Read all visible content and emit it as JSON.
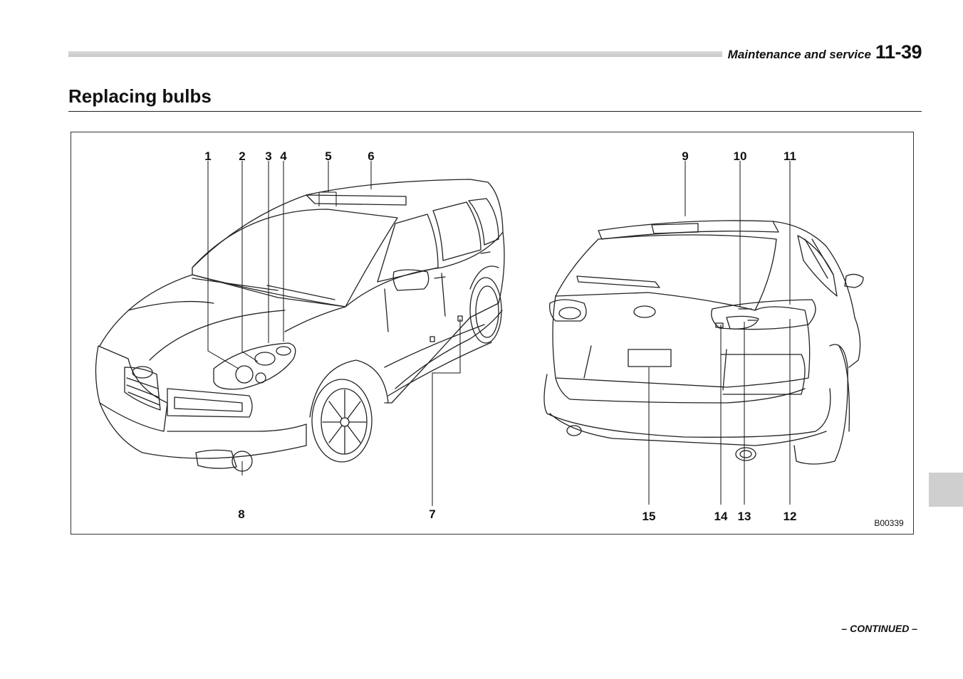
{
  "header": {
    "section": "Maintenance and service",
    "page_number": "11-39"
  },
  "title": "Replacing bulbs",
  "figure": {
    "code": "B00339",
    "callouts": [
      "1",
      "2",
      "3",
      "4",
      "5",
      "6",
      "7",
      "8",
      "9",
      "10",
      "11",
      "12",
      "13",
      "14",
      "15"
    ]
  },
  "footer": {
    "continued": "– CONTINUED –"
  }
}
